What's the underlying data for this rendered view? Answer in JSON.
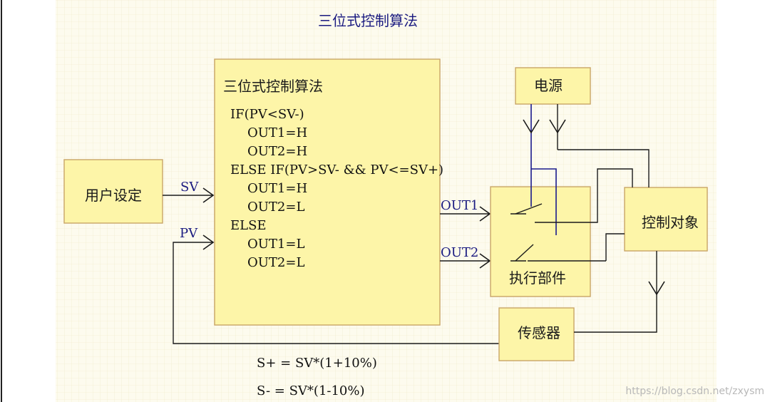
{
  "diagram": {
    "title": "三位式控制算法",
    "algorithm_box": {
      "heading": "三位式控制算法",
      "code_lines": [
        "IF(PV<SV-)",
        "OUT1=H",
        "OUT2=H",
        "ELSE IF(PV>SV- && PV<=SV+)",
        "OUT1=H",
        "OUT2=L",
        "ELSE",
        "OUT1=L",
        "OUT2=L"
      ]
    },
    "user_setting_label": "用户设定",
    "power_label": "电源",
    "actuator_label": "执行部件",
    "control_object_label": "控制对象",
    "sensor_label": "传感器",
    "signal_sv": "SV",
    "signal_pv": "PV",
    "signal_out1": "OUT1",
    "signal_out2": "OUT2",
    "formula_plus": "S+ = SV*(1+10%)",
    "formula_minus": "S- = SV*(1-10%)",
    "watermark": "https://blog.csdn.net/zxysm",
    "colors": {
      "box_fill": "#fdf5a8",
      "box_stroke": "#c9a567",
      "title_text": "#1a1a80",
      "switch_wire": "#1a1a8c",
      "background": "#fdfbee"
    }
  }
}
